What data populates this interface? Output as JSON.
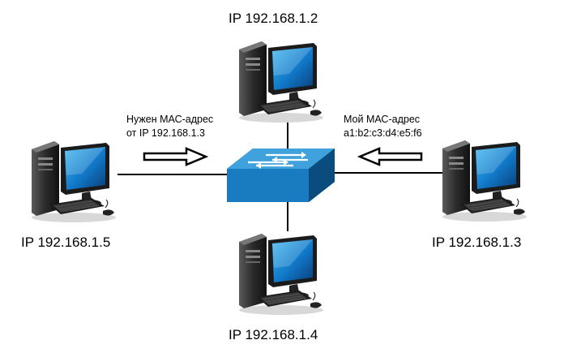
{
  "hosts": {
    "top": {
      "ip": "IP 192.168.1.2",
      "icon": "desktop-computer-icon"
    },
    "left": {
      "ip": "IP 192.168.1.5",
      "icon": "desktop-computer-icon"
    },
    "right": {
      "ip": "IP 192.168.1.3",
      "icon": "desktop-computer-icon"
    },
    "bottom": {
      "ip": "IP 192.168.1.4",
      "icon": "desktop-computer-icon"
    }
  },
  "switch": {
    "icon": "network-switch-icon",
    "color": "#2a86c4"
  },
  "arp_request": {
    "line1": "Нужен МАС-адрес",
    "line2": "от IP 192.168.1.3"
  },
  "arp_reply": {
    "line1": "Мой МАС-адрес",
    "line2": "a1:b2:c3:d4:e5:f6"
  }
}
